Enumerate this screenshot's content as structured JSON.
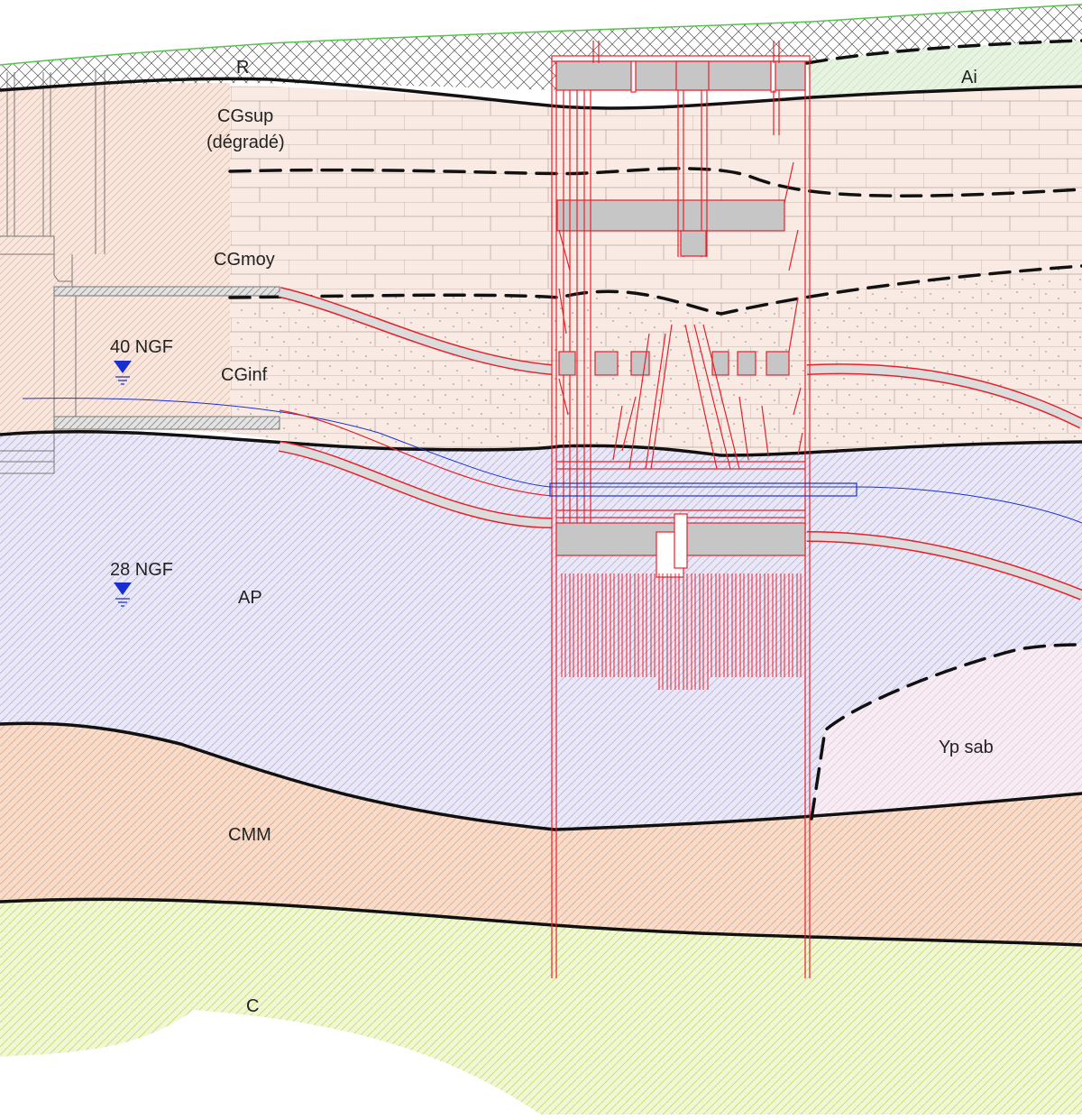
{
  "diagram": {
    "layers": [
      {
        "id": "R",
        "label": "R"
      },
      {
        "id": "Ai",
        "label": "Ai"
      },
      {
        "id": "CGsup",
        "label": "CGsup",
        "sublabel": "(dégradé)"
      },
      {
        "id": "CGmoy",
        "label": "CGmoy"
      },
      {
        "id": "CGinf",
        "label": "CGinf"
      },
      {
        "id": "AP",
        "label": "AP"
      },
      {
        "id": "Yp",
        "label": "Yp sab"
      },
      {
        "id": "CMM",
        "label": "CMM"
      },
      {
        "id": "C",
        "label": "C"
      }
    ],
    "water_levels": [
      {
        "label": "40 NGF"
      },
      {
        "label": "28 NGF"
      }
    ],
    "colors": {
      "fill": "#f9e6dc",
      "ap": "#eae8f6",
      "cmm": "#f7dccb",
      "chalk": "#f1f7d4",
      "yp": "#f7ecf4",
      "ai": "#e8f4e2",
      "structure": "#e8202a",
      "water": "#1a2fd0",
      "concrete": "#c6c6c6",
      "boundary": "#111111",
      "ground": "#56c44c"
    }
  }
}
